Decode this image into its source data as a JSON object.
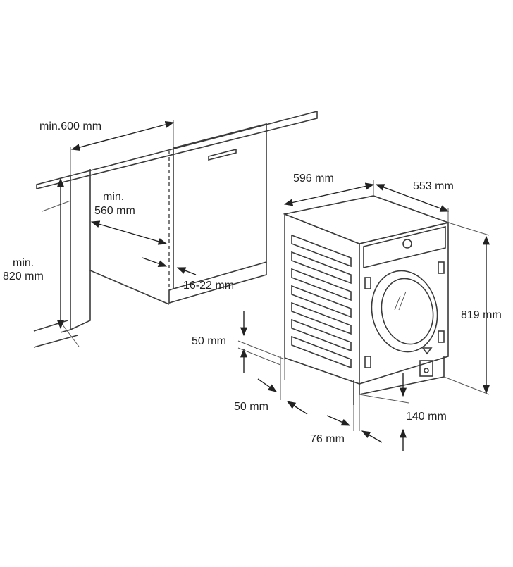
{
  "labels": {
    "min_600": "min.600 mm",
    "min_560_line1": "min.",
    "min_560_line2": "560 mm",
    "min_820_line1": "min.",
    "min_820_line2": "820 mm",
    "depth_16_22": "16-22 mm",
    "width_596": "596 mm",
    "depth_553": "553 mm",
    "height_819": "819 mm",
    "gap_50_top": "50 mm",
    "gap_50_side": "50 mm",
    "recess_140": "140 mm",
    "recess_76": "76 mm"
  },
  "colors": {
    "line": "#3a3a3a",
    "text": "#222222",
    "background": "#ffffff"
  },
  "icons": {
    "arrowhead": "filled-triangle"
  }
}
